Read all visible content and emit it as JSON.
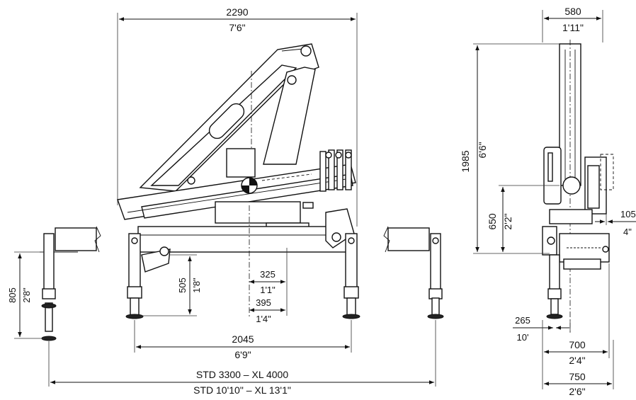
{
  "front_view": {
    "total_width": {
      "mm": "2290",
      "ftin": "7'6\""
    },
    "column_offset_1": {
      "mm": "325",
      "ftin": "1'1\""
    },
    "column_offset_2": {
      "mm": "395",
      "ftin": "1'4\""
    },
    "leg_spacing": {
      "mm": "2045",
      "ftin": "6'9\""
    },
    "outrigger_span": {
      "mm": "STD 3300 – XL 4000",
      "ftin": "STD 10'10\" – XL 13'1\""
    },
    "base_height": {
      "mm": "505",
      "ftin": "1'8\""
    },
    "stabilizer_height": {
      "mm": "805",
      "ftin": "2'8\""
    }
  },
  "side_view": {
    "column_width": {
      "mm": "580",
      "ftin": "1'11\""
    },
    "total_height": {
      "mm": "1985",
      "ftin": "6'6\""
    },
    "mount_height": {
      "mm": "650",
      "ftin": "2'2\""
    },
    "side_offset": {
      "mm": "105",
      "ftin": "4\""
    },
    "foot_offset": {
      "mm": "265",
      "ftin": "10'"
    },
    "base_depth": {
      "mm": "700",
      "ftin": "2'4\""
    },
    "overall_depth": {
      "mm": "750",
      "ftin": "2'6\""
    }
  }
}
